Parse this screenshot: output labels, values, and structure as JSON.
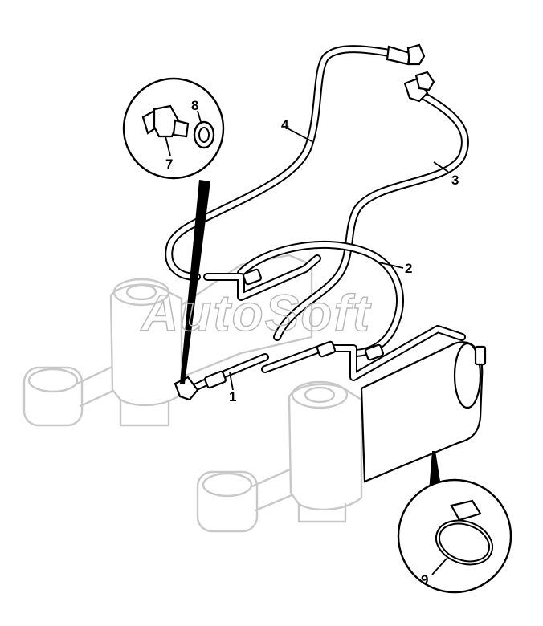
{
  "watermark": "AutoSoft",
  "callouts": [
    {
      "id": "1",
      "text": "1"
    },
    {
      "id": "2",
      "text": "2"
    },
    {
      "id": "3",
      "text": "3"
    },
    {
      "id": "4",
      "text": "4"
    },
    {
      "id": "7",
      "text": "7"
    },
    {
      "id": "8",
      "text": "8"
    },
    {
      "id": "9",
      "text": "9"
    }
  ]
}
